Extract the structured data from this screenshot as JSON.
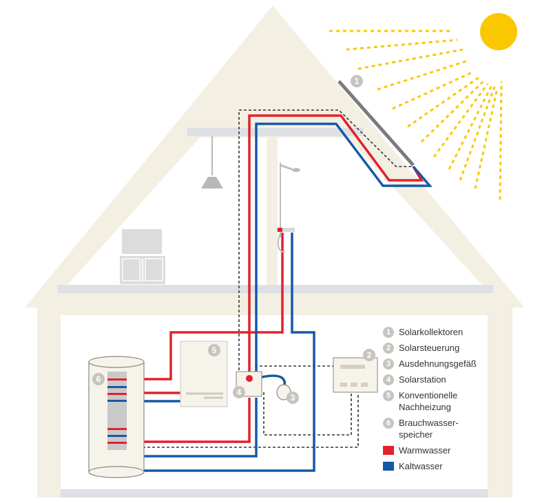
{
  "colors": {
    "house": "#f3efe3",
    "floor": "#dde0e4",
    "interior": "#ffffff",
    "warm": "#e3202b",
    "cold": "#1558a8",
    "sun": "#f9c800",
    "badge": "#c7c4c0"
  },
  "badges": [
    "1",
    "2",
    "3",
    "4",
    "5",
    "6"
  ],
  "legend": [
    {
      "num": "1",
      "label": "Solarkollektoren"
    },
    {
      "num": "2",
      "label": "Solarsteuerung"
    },
    {
      "num": "3",
      "label": "Ausdehnungsgefäß"
    },
    {
      "num": "4",
      "label": "Solarstation"
    },
    {
      "num": "5",
      "label": "Konventionelle Nachheizung"
    },
    {
      "num": "6",
      "label": "Brauchwasser-speicher"
    }
  ],
  "legend_colors": [
    {
      "label": "Warmwasser",
      "color": "#e3202b"
    },
    {
      "label": "Kaltwasser",
      "color": "#1558a8"
    }
  ]
}
